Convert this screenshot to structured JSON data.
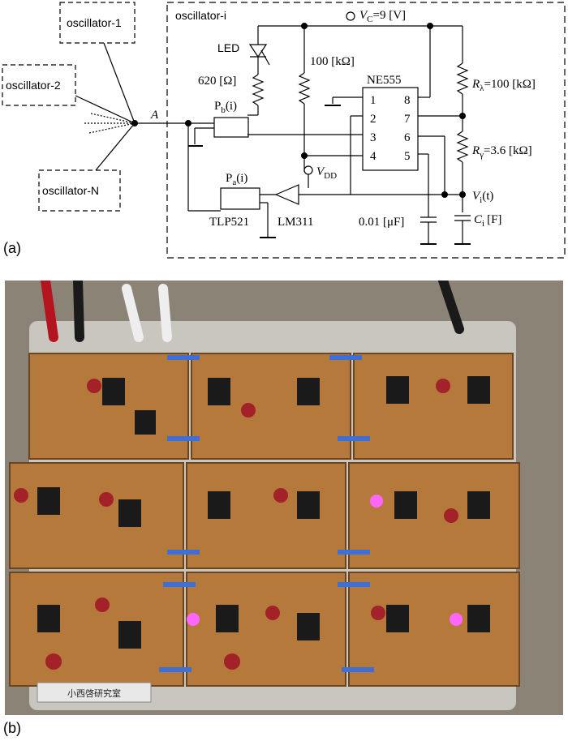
{
  "panel_a": {
    "label": "(a)",
    "oscillators": [
      "oscillator-1",
      "oscillator-2",
      "oscillator-N",
      "oscillator-i"
    ],
    "node_a": "A",
    "vc": "=9 [V]",
    "led": "LED",
    "r_led": "620 [Ω]",
    "r_100k": "100 [kΩ]",
    "ic_555": "NE555",
    "pins_left": [
      "1",
      "2",
      "3",
      "4"
    ],
    "pins_right": [
      "8",
      "7",
      "6",
      "5"
    ],
    "r_lambda": "=100 [kΩ]",
    "r_gamma": "=3.6 [kΩ]",
    "pb": "(i)",
    "pa": "(i)",
    "vdd": "DD",
    "tlp": "TLP521",
    "lm": "LM311",
    "cap": "0.01 [μF]",
    "vi": "(t)",
    "ci": "[F]"
  },
  "panel_b": {
    "label": "(b)",
    "plate_text": "小西啓研究室"
  }
}
